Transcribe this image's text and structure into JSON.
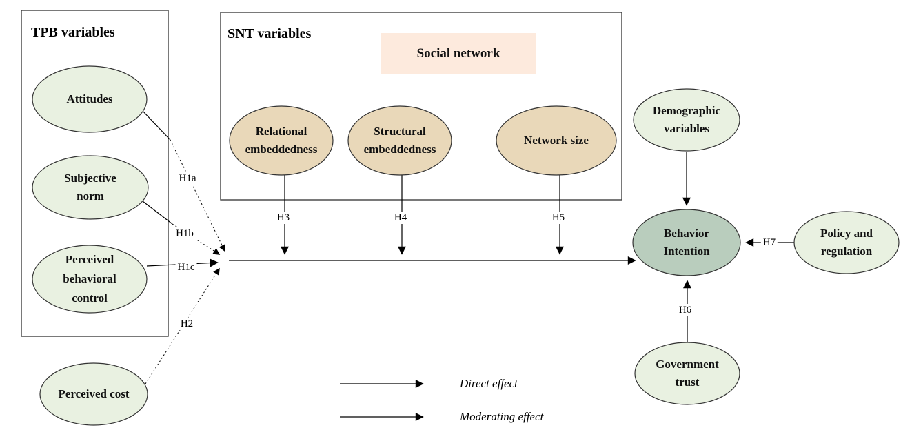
{
  "tpb": {
    "title": "TPB variables",
    "attitudes": "Attitudes",
    "subjective_norm": "Subjective norm",
    "pbc": "Perceived behavioral control",
    "perceived_cost": "Perceived cost"
  },
  "snt": {
    "title": "SNT variables",
    "banner": "Social network",
    "relational": "Relational embeddedness",
    "structural": "Structural embeddedness",
    "network_size": "Network size"
  },
  "outcome": {
    "behavior_intention": "Behavior Intention"
  },
  "moderators": {
    "demographic": "Demographic variables",
    "policy": "Policy and regulation",
    "government": "Government trust"
  },
  "hypotheses": {
    "h1a": "H1a",
    "h1b": "H1b",
    "h1c": "H1c",
    "h2": "H2",
    "h3": "H3",
    "h4": "H4",
    "h5": "H5",
    "h6": "H6",
    "h7": "H7"
  },
  "legend": {
    "direct": "Direct effect",
    "moderating": "Moderating effect"
  },
  "colors": {
    "light_green": "#e9f1e1",
    "tan": "#e9d8b9",
    "peach": "#fdeadd",
    "sage": "#b9cdbd",
    "line": "#000000",
    "box_border": "#404040"
  }
}
